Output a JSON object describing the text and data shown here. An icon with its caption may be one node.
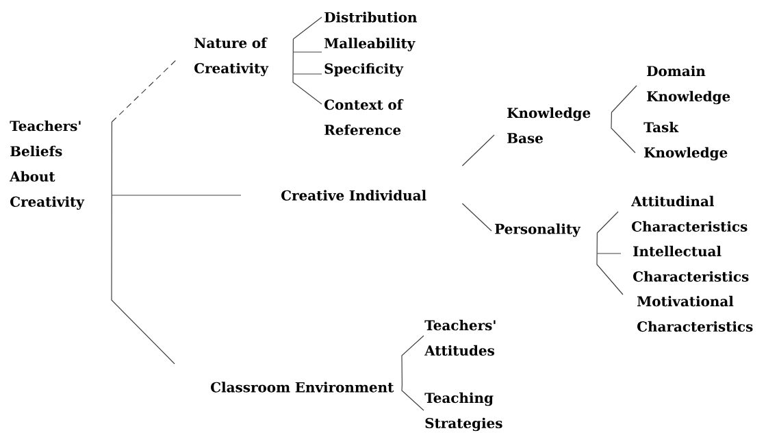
{
  "diagram": {
    "nodes": [
      {
        "text": [
          "Teachers' Beliefs About Creativity"
        ]
      },
      {
        "text": [
          "Nature of Creativity"
        ]
      },
      {
        "text": [
          "Creative Individual"
        ]
      },
      {
        "text": [
          "Classroom Environment"
        ]
      },
      {
        "text": [
          "Distribution"
        ]
      },
      {
        "text": [
          "Malleability"
        ]
      },
      {
        "text": [
          "Specificity"
        ]
      },
      {
        "text": [
          "Context of Reference"
        ]
      },
      {
        "text": [
          "Knowledge Base"
        ]
      },
      {
        "text": [
          "Personality"
        ]
      },
      {
        "text": [
          "Domain Knowledge"
        ]
      },
      {
        "text": [
          "Task Knowledge"
        ]
      },
      {
        "text": [
          "Attitudinal Characteristics"
        ]
      },
      {
        "text": [
          "Intellectual Characteristics"
        ]
      },
      {
        "text": [
          "Motivational Characteristics"
        ]
      },
      {
        "text": [
          "Teachers' Attitudes"
        ]
      },
      {
        "text": [
          "Teaching Strategies"
        ]
      }
    ],
    "edges": [
      {
        "from": 0,
        "to": 1,
        "arrow": "none",
        "style": "dashed"
      },
      {
        "from": 0,
        "to": 2,
        "arrow": "none"
      },
      {
        "from": 0,
        "to": 3,
        "arrow": "none"
      },
      {
        "from": 1,
        "to": 4,
        "arrow": "none"
      },
      {
        "from": 1,
        "to": 5,
        "arrow": "none"
      },
      {
        "from": 1,
        "to": 6,
        "arrow": "none"
      },
      {
        "from": 1,
        "to": 7,
        "arrow": "none"
      },
      {
        "from": 2,
        "to": 8,
        "arrow": "none"
      },
      {
        "from": 2,
        "to": 9,
        "arrow": "none"
      },
      {
        "from": 8,
        "to": 10,
        "arrow": "none"
      },
      {
        "from": 8,
        "to": 11,
        "arrow": "none"
      },
      {
        "from": 9,
        "to": 12,
        "arrow": "none"
      },
      {
        "from": 9,
        "to": 13,
        "arrow": "none"
      },
      {
        "from": 9,
        "to": 14,
        "arrow": "none"
      },
      {
        "from": 3,
        "to": 15,
        "arrow": "none"
      },
      {
        "from": 3,
        "to": 16,
        "arrow": "none"
      }
    ]
  }
}
